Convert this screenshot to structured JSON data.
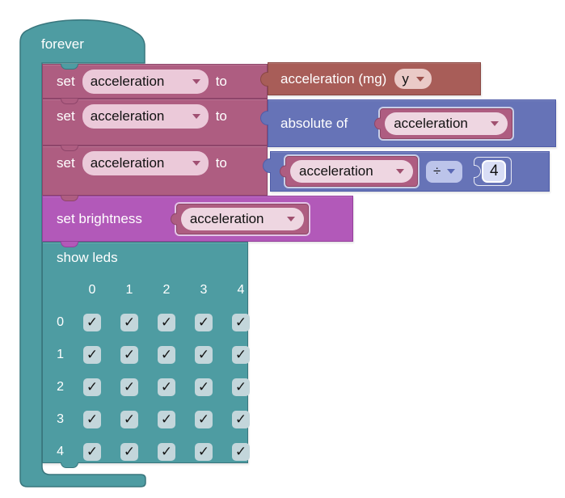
{
  "colors": {
    "teal": "#4E9CA2",
    "teal_border": "#39767D",
    "variable_mauve": "#AE5D81",
    "variable_mauve_border": "#8E456A",
    "sensor_red": "#A85D58",
    "sensor_red_border": "#8A4843",
    "math_blue": "#6673B7",
    "math_blue_border": "#4F5CA8",
    "led_magenta": "#B259B9",
    "led_magenta_border": "#94409B",
    "field_pink": "#EBC9D9",
    "field_lavender": "#BCC4EA",
    "number_field": "#D9DEF6",
    "checkbox_fill": "#C3D6DB"
  },
  "forever": {
    "label": "forever"
  },
  "set_rows": [
    {
      "set_label": "set",
      "variable": "acceleration",
      "to_label": "to"
    },
    {
      "set_label": "set",
      "variable": "acceleration",
      "to_label": "to"
    },
    {
      "set_label": "set",
      "variable": "acceleration",
      "to_label": "to"
    }
  ],
  "values": {
    "sensor": {
      "label": "acceleration (mg)",
      "axis": "y"
    },
    "absolute": {
      "label": "absolute of",
      "variable": "acceleration"
    },
    "division": {
      "variable": "acceleration",
      "operator": "÷",
      "number": "4"
    }
  },
  "brightness": {
    "label": "set brightness",
    "variable": "acceleration"
  },
  "show_leds": {
    "label": "show leds",
    "col_headers": [
      "0",
      "1",
      "2",
      "3",
      "4"
    ],
    "rows": [
      {
        "label": "0",
        "cells": [
          "✓",
          "✓",
          "✓",
          "✓",
          "✓"
        ]
      },
      {
        "label": "1",
        "cells": [
          "✓",
          "✓",
          "✓",
          "✓",
          "✓"
        ]
      },
      {
        "label": "2",
        "cells": [
          "✓",
          "✓",
          "✓",
          "✓",
          "✓"
        ]
      },
      {
        "label": "3",
        "cells": [
          "✓",
          "✓",
          "✓",
          "✓",
          "✓"
        ]
      },
      {
        "label": "4",
        "cells": [
          "✓",
          "✓",
          "✓",
          "✓",
          "✓"
        ]
      }
    ]
  }
}
